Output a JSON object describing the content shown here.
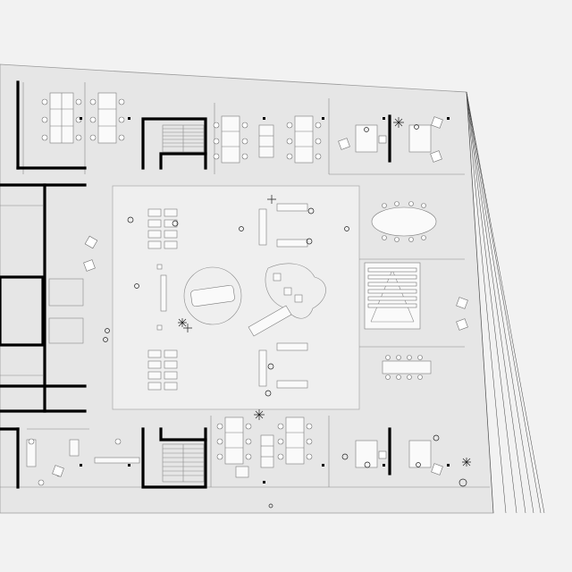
{
  "drawing": {
    "kind": "architectural-floor-plan",
    "colors": {
      "background": "#f2f2f2",
      "floor": "#e6e6e6",
      "atrium": "#ececec",
      "wall": "#000000",
      "furniture_line": "#7a7a7a"
    },
    "icons": [
      "desk-cluster-icon",
      "chair-icon",
      "plant-icon",
      "stair-icon",
      "car-icon",
      "sofa-icon",
      "meeting-table-icon",
      "auditorium-seating-icon"
    ],
    "rooms": [
      {
        "id": "open-office-north-west"
      },
      {
        "id": "stair-core-north"
      },
      {
        "id": "open-office-north-center"
      },
      {
        "id": "private-office-north-1"
      },
      {
        "id": "private-office-north-2"
      },
      {
        "id": "central-atrium"
      },
      {
        "id": "oval-meeting-room"
      },
      {
        "id": "auditorium"
      },
      {
        "id": "boardroom"
      },
      {
        "id": "service-core-west"
      },
      {
        "id": "stair-core-south"
      },
      {
        "id": "open-office-south"
      },
      {
        "id": "private-office-south-1"
      },
      {
        "id": "private-office-south-2"
      }
    ]
  }
}
